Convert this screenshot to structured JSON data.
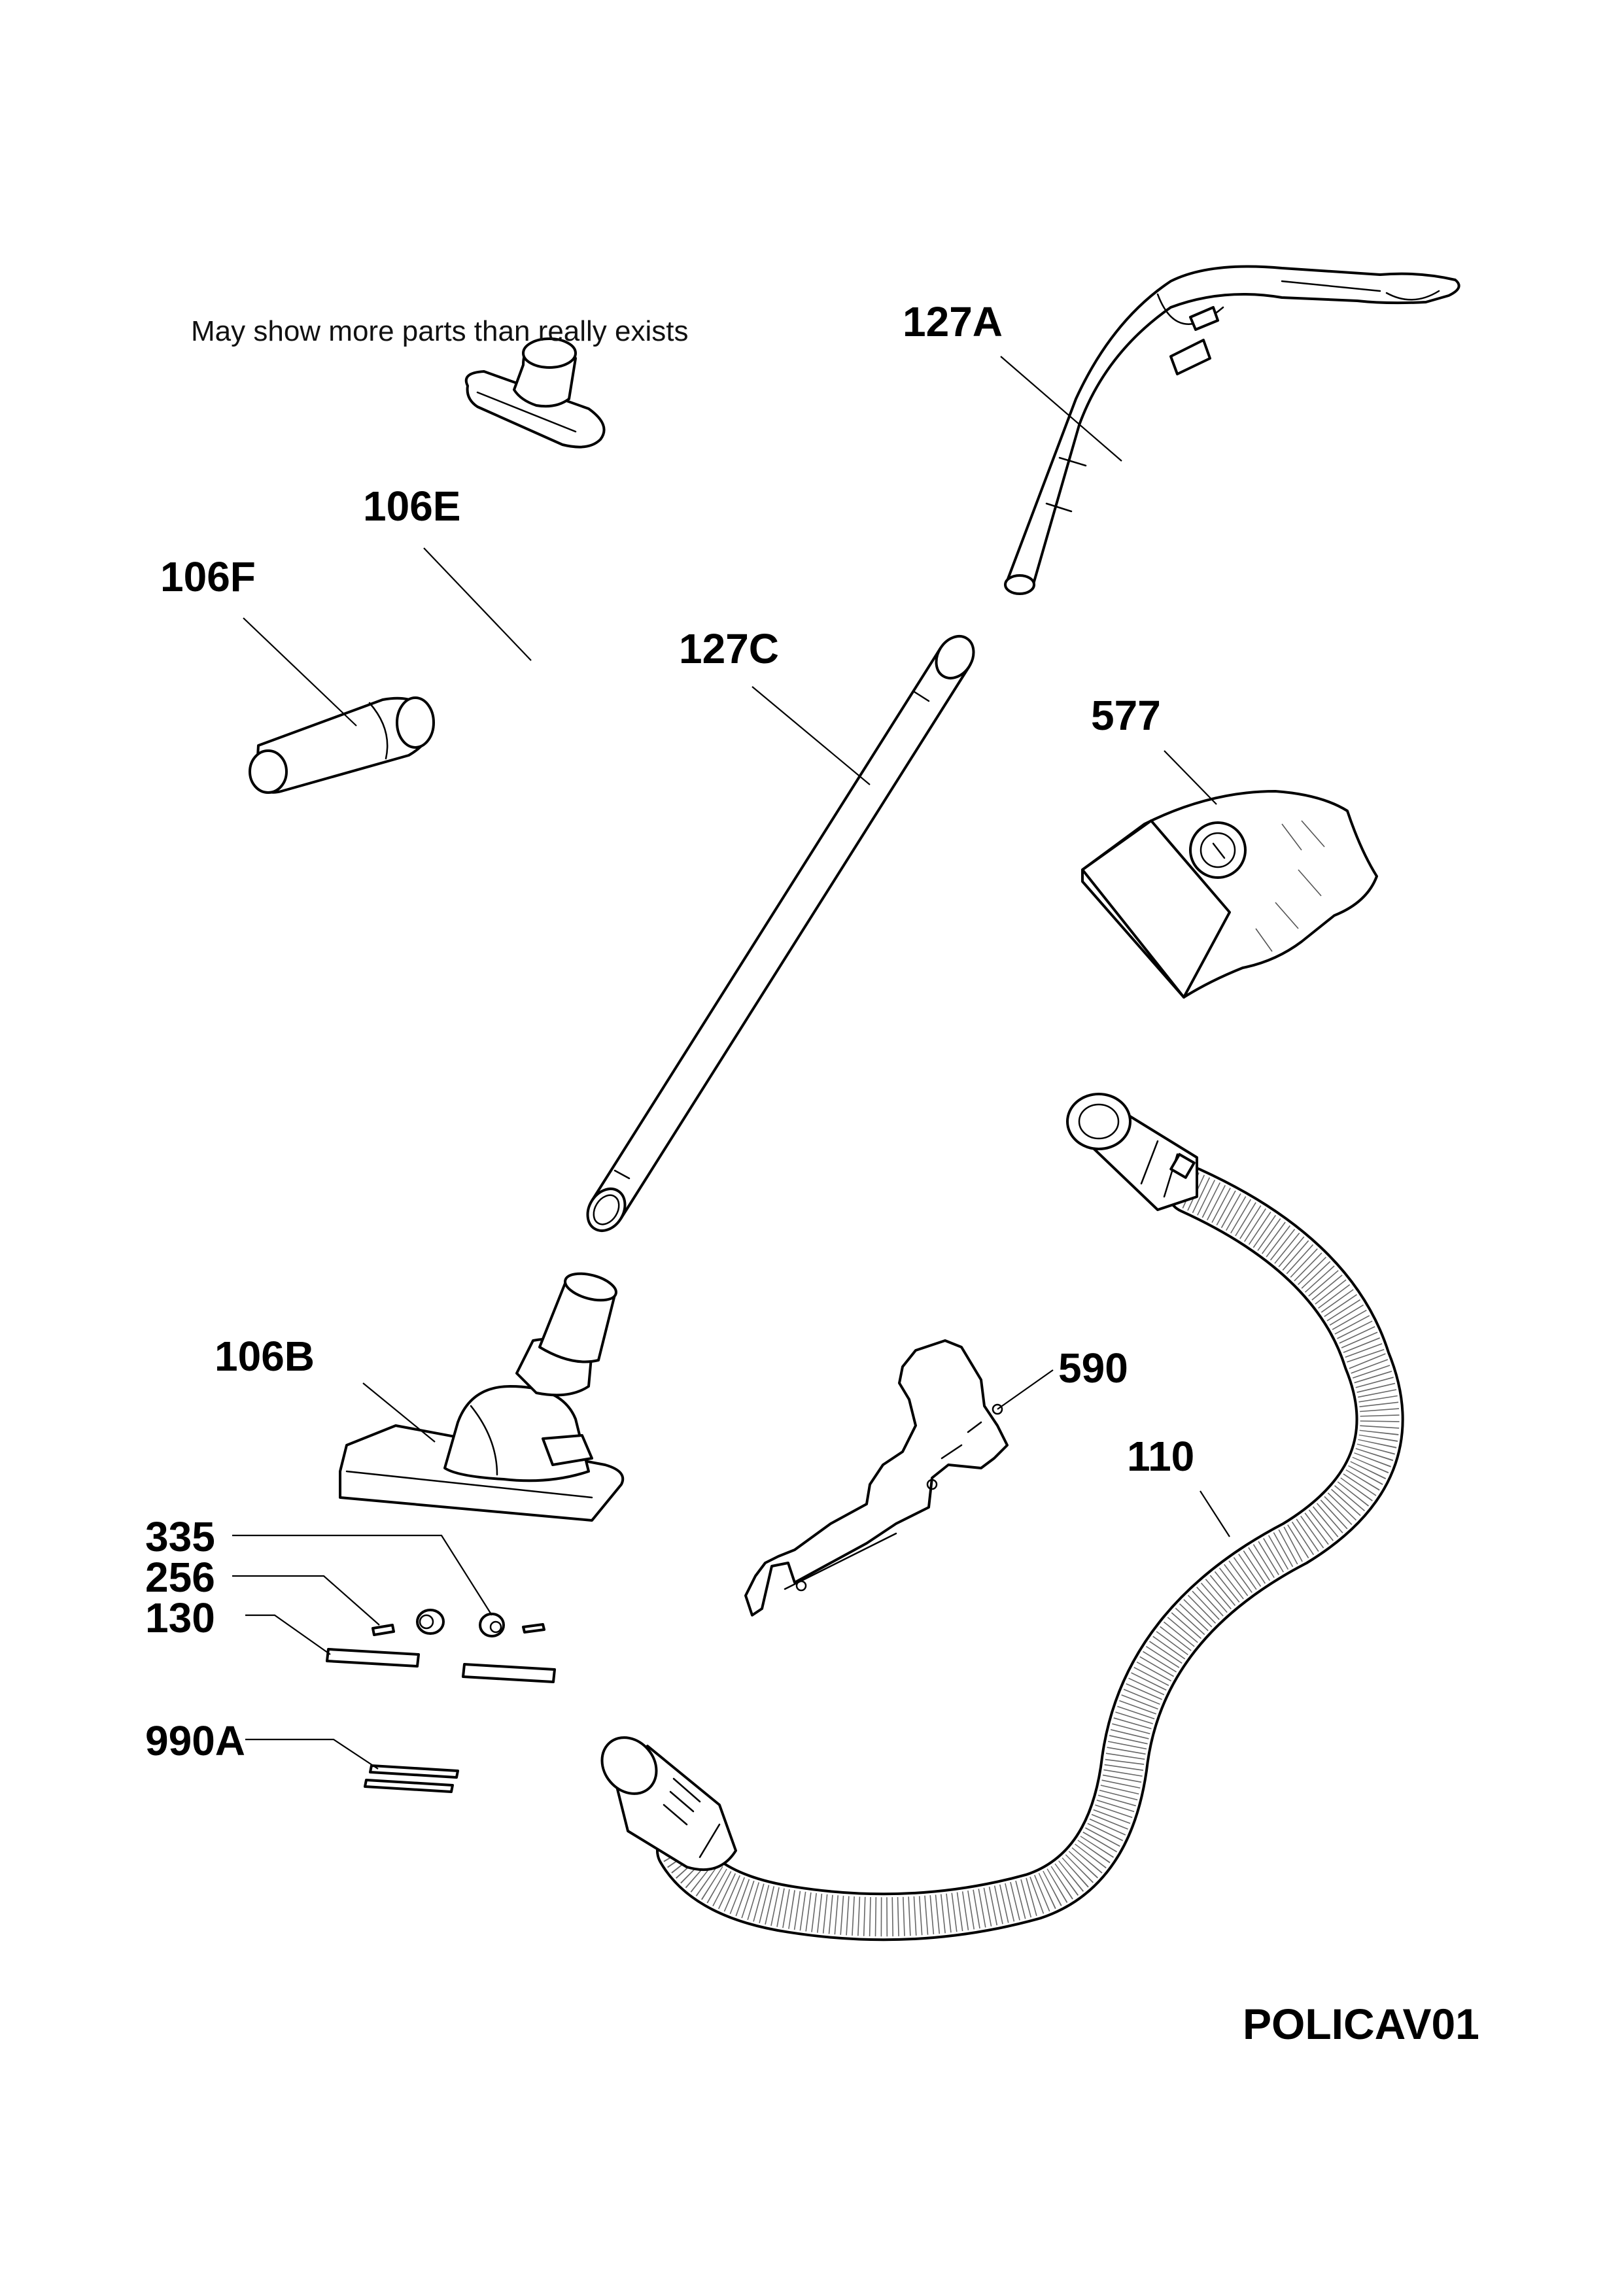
{
  "note": "May show more parts than really exists",
  "diagram_code": "POLICAV01",
  "parts": {
    "p127a": "127A",
    "p106e": "106E",
    "p106f": "106F",
    "p127c": "127C",
    "p577": "577",
    "p106b": "106B",
    "p590": "590",
    "p110": "110",
    "p335": "335",
    "p256": "256",
    "p130": "130",
    "p990a": "990A"
  }
}
